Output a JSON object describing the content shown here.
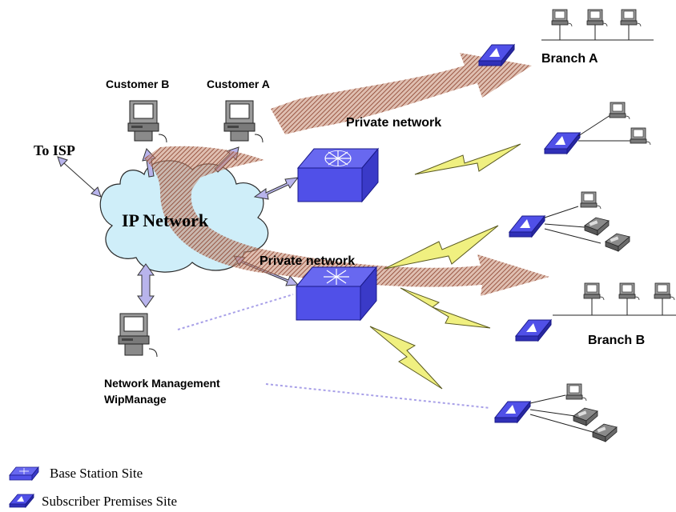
{
  "labels": {
    "customer_b": "Customer B",
    "customer_a": "Customer A",
    "to_isp": "To ISP",
    "ip_network": "IP Network",
    "private_network_top": "Private network",
    "private_network_mid": "Private network",
    "branch_a": "Branch A",
    "branch_b": "Branch B",
    "nm_line1": "Network Management",
    "nm_line2": "WipManage"
  },
  "legend": [
    {
      "icon": "base-station-icon",
      "label": "Base Station Site"
    },
    {
      "icon": "subscriber-premises-icon",
      "label": "Subscriber Premises Site"
    }
  ],
  "colors": {
    "cloud": "#cfeef9",
    "device_blue": "#5050e8",
    "arrow_lavender": "#b8b4ec",
    "tunnel": "#b8735a",
    "lightning": "#f0f080"
  }
}
